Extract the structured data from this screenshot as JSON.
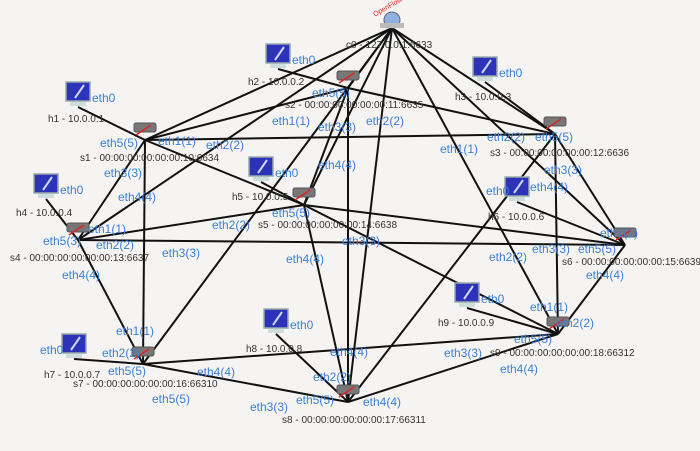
{
  "controller": {
    "id": "c0",
    "label": "c0 - 127.0.0.1:6633",
    "badge": "OpenFlow"
  },
  "hosts": [
    {
      "id": "h1",
      "label": "h1 - 10.0.0.1",
      "port": "eth0"
    },
    {
      "id": "h2",
      "label": "h2 - 10.0.0.2",
      "port": "eth0"
    },
    {
      "id": "h3",
      "label": "h3 - 10.0.0.3",
      "port": "eth0"
    },
    {
      "id": "h4",
      "label": "h4 - 10.0.0.4",
      "port": "eth0"
    },
    {
      "id": "h5",
      "label": "h5 - 10.0.0.5",
      "port": "eth0"
    },
    {
      "id": "h6",
      "label": "h6 - 10.0.0.6",
      "port": "eth0"
    },
    {
      "id": "h7",
      "label": "h7 - 10.0.0.7",
      "port": "eth0"
    },
    {
      "id": "h8",
      "label": "h8 - 10.0.0.8",
      "port": "eth0"
    },
    {
      "id": "h9",
      "label": "h9 - 10.0.0.9",
      "port": "eth0"
    }
  ],
  "switches": [
    {
      "id": "s1",
      "label": "s1 - 00:00:00:00:00:00:10:6634"
    },
    {
      "id": "s2",
      "label": "s2 - 00:00:00:00:00:00:11:6635"
    },
    {
      "id": "s3",
      "label": "s3 - 00:00:00:00:00:00:12:6636"
    },
    {
      "id": "s4",
      "label": "s4 - 00:00:00:00:00:00:13:6637"
    },
    {
      "id": "s5",
      "label": "s5 - 00:00:00:00:00:00:14:6638"
    },
    {
      "id": "s6",
      "label": "s6 - 00:00:00:00:00:00:15:6639"
    },
    {
      "id": "s7",
      "label": "s7 - 00:00:00:00:00:00:16:66310"
    },
    {
      "id": "s8",
      "label": "s8 - 00:00:00:00:00:00:17:66311"
    },
    {
      "id": "s9",
      "label": "s9 - 00:00:00:00:00:00:18:66312"
    }
  ],
  "links": [
    [
      "c0",
      "s1"
    ],
    [
      "c0",
      "s2"
    ],
    [
      "c0",
      "s3"
    ],
    [
      "c0",
      "s4"
    ],
    [
      "c0",
      "s5"
    ],
    [
      "c0",
      "s6"
    ],
    [
      "c0",
      "s7"
    ],
    [
      "c0",
      "s8"
    ],
    [
      "c0",
      "s9"
    ],
    [
      "h1",
      "s1"
    ],
    [
      "h2",
      "s2"
    ],
    [
      "h3",
      "s3"
    ],
    [
      "h4",
      "s4"
    ],
    [
      "h5",
      "s5"
    ],
    [
      "h6",
      "s6"
    ],
    [
      "h7",
      "s7"
    ],
    [
      "h8",
      "s8"
    ],
    [
      "h9",
      "s9"
    ],
    [
      "s1",
      "s3"
    ],
    [
      "s1",
      "s7"
    ],
    [
      "s1",
      "s4"
    ],
    [
      "s1",
      "s2"
    ],
    [
      "s1",
      "s5"
    ],
    [
      "s4",
      "s6"
    ],
    [
      "s4",
      "s7"
    ],
    [
      "s4",
      "s5"
    ],
    [
      "s2",
      "s3"
    ],
    [
      "s2",
      "s5"
    ],
    [
      "s2",
      "s8"
    ],
    [
      "s3",
      "s6"
    ],
    [
      "s3",
      "s9"
    ],
    [
      "s3",
      "s8"
    ],
    [
      "s5",
      "s6"
    ],
    [
      "s5",
      "s8"
    ],
    [
      "s7",
      "s8"
    ],
    [
      "s7",
      "s9"
    ],
    [
      "s6",
      "s9"
    ],
    [
      "s8",
      "s9"
    ],
    [
      "s5",
      "s9"
    ]
  ],
  "port_labels": [
    "eth5(5)",
    "eth1(1)",
    "eth2(2)",
    "eth3(3)",
    "eth4(4)",
    "eth5(5)",
    "eth1(1)",
    "eth3(3)",
    "eth2(2)",
    "eth2(2)",
    "eth5(5)",
    "eth1(1)",
    "eth3(3)",
    "eth4(4)",
    "eth5(3)",
    "eth1(1)",
    "eth2(2)",
    "eth3(3)",
    "eth4(4)",
    "eth4(4)",
    "eth5(5)",
    "eth2(2)",
    "eth3(3)",
    "eth4(4)",
    "eth1(1)",
    "eth3(3)",
    "eth5(5)",
    "eth4(4)",
    "eth2(2)",
    "eth1(1)",
    "eth2(2)",
    "eth5(5)",
    "eth4(4)",
    "eth5(5)",
    "eth4(4)",
    "eth2(2)",
    "eth5(5)",
    "eth3(3)",
    "eth4(4)",
    "eth1(1)",
    "eth2(2)",
    "eth5(5)",
    "eth3(3)",
    "eth4(4)"
  ]
}
